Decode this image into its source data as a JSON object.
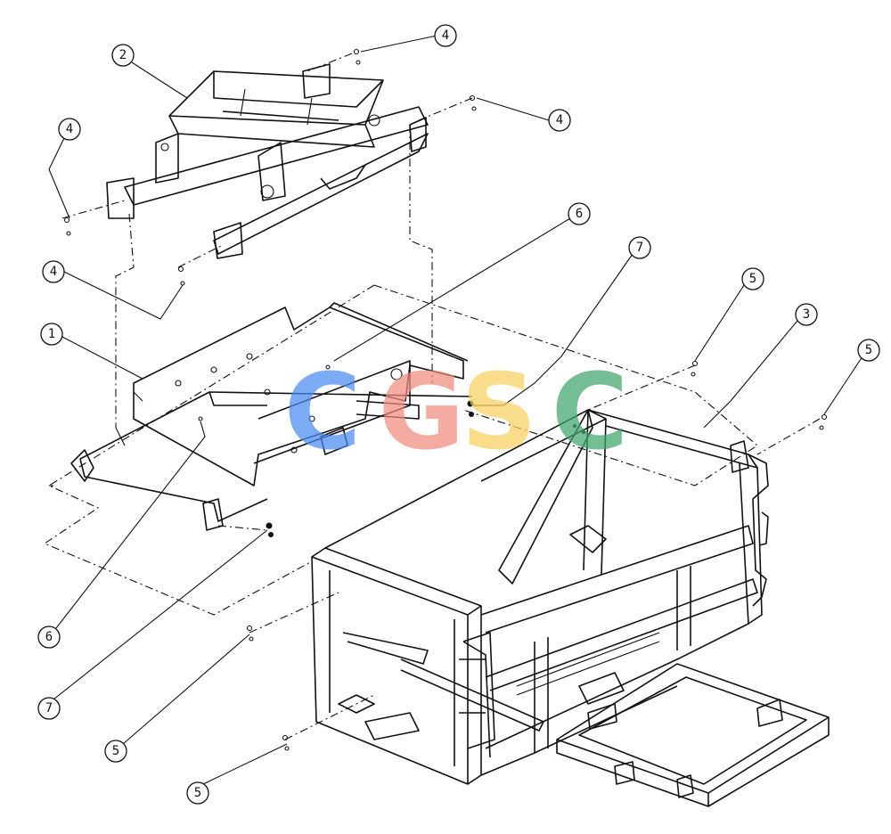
{
  "callouts": [
    "1",
    "2",
    "3",
    "4",
    "5",
    "6",
    "7"
  ],
  "watermark": {
    "letters": [
      "C",
      "G",
      "S",
      "C"
    ],
    "colors": [
      "#4A8CF2",
      "#F08B7E",
      "#F9D15E",
      "#3FA66E"
    ]
  }
}
